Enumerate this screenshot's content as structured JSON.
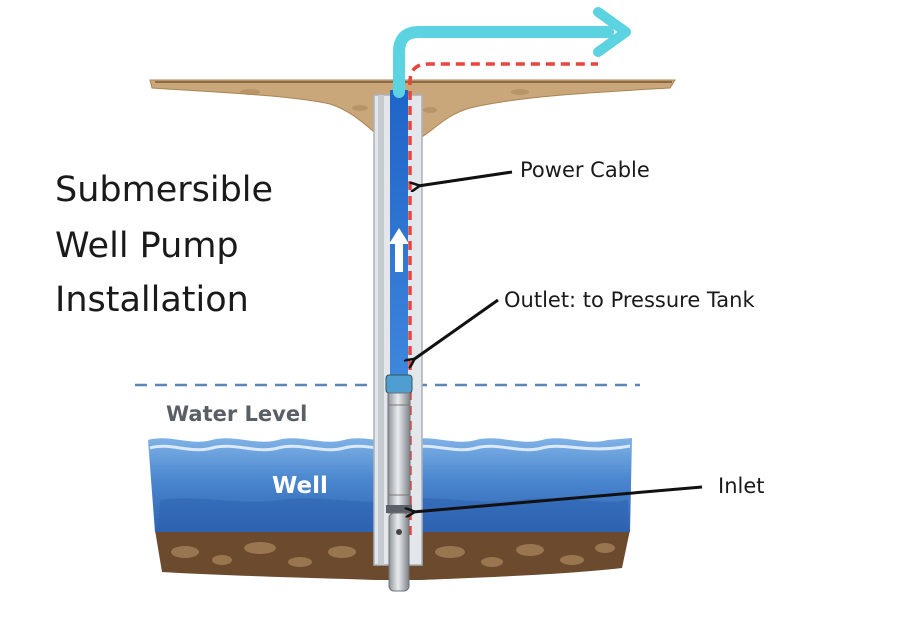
{
  "title_lines": [
    "Submersible",
    "Well Pump",
    "Installation"
  ],
  "labels": {
    "power_cable": "Power Cable",
    "outlet": "Outlet: to Pressure Tank",
    "inlet": "Inlet",
    "water_level": "Water Level",
    "well": "Well"
  },
  "colors": {
    "ground": "#c9a77a",
    "water": "#4a86cf",
    "water_deep": "#2e63b0",
    "soil": "#6b4a2e",
    "pipe_flow": "#5bd3e0",
    "power_cable": "#e8453c",
    "casing": "#cfd4d9",
    "water_level_line": "#5b86b8"
  }
}
